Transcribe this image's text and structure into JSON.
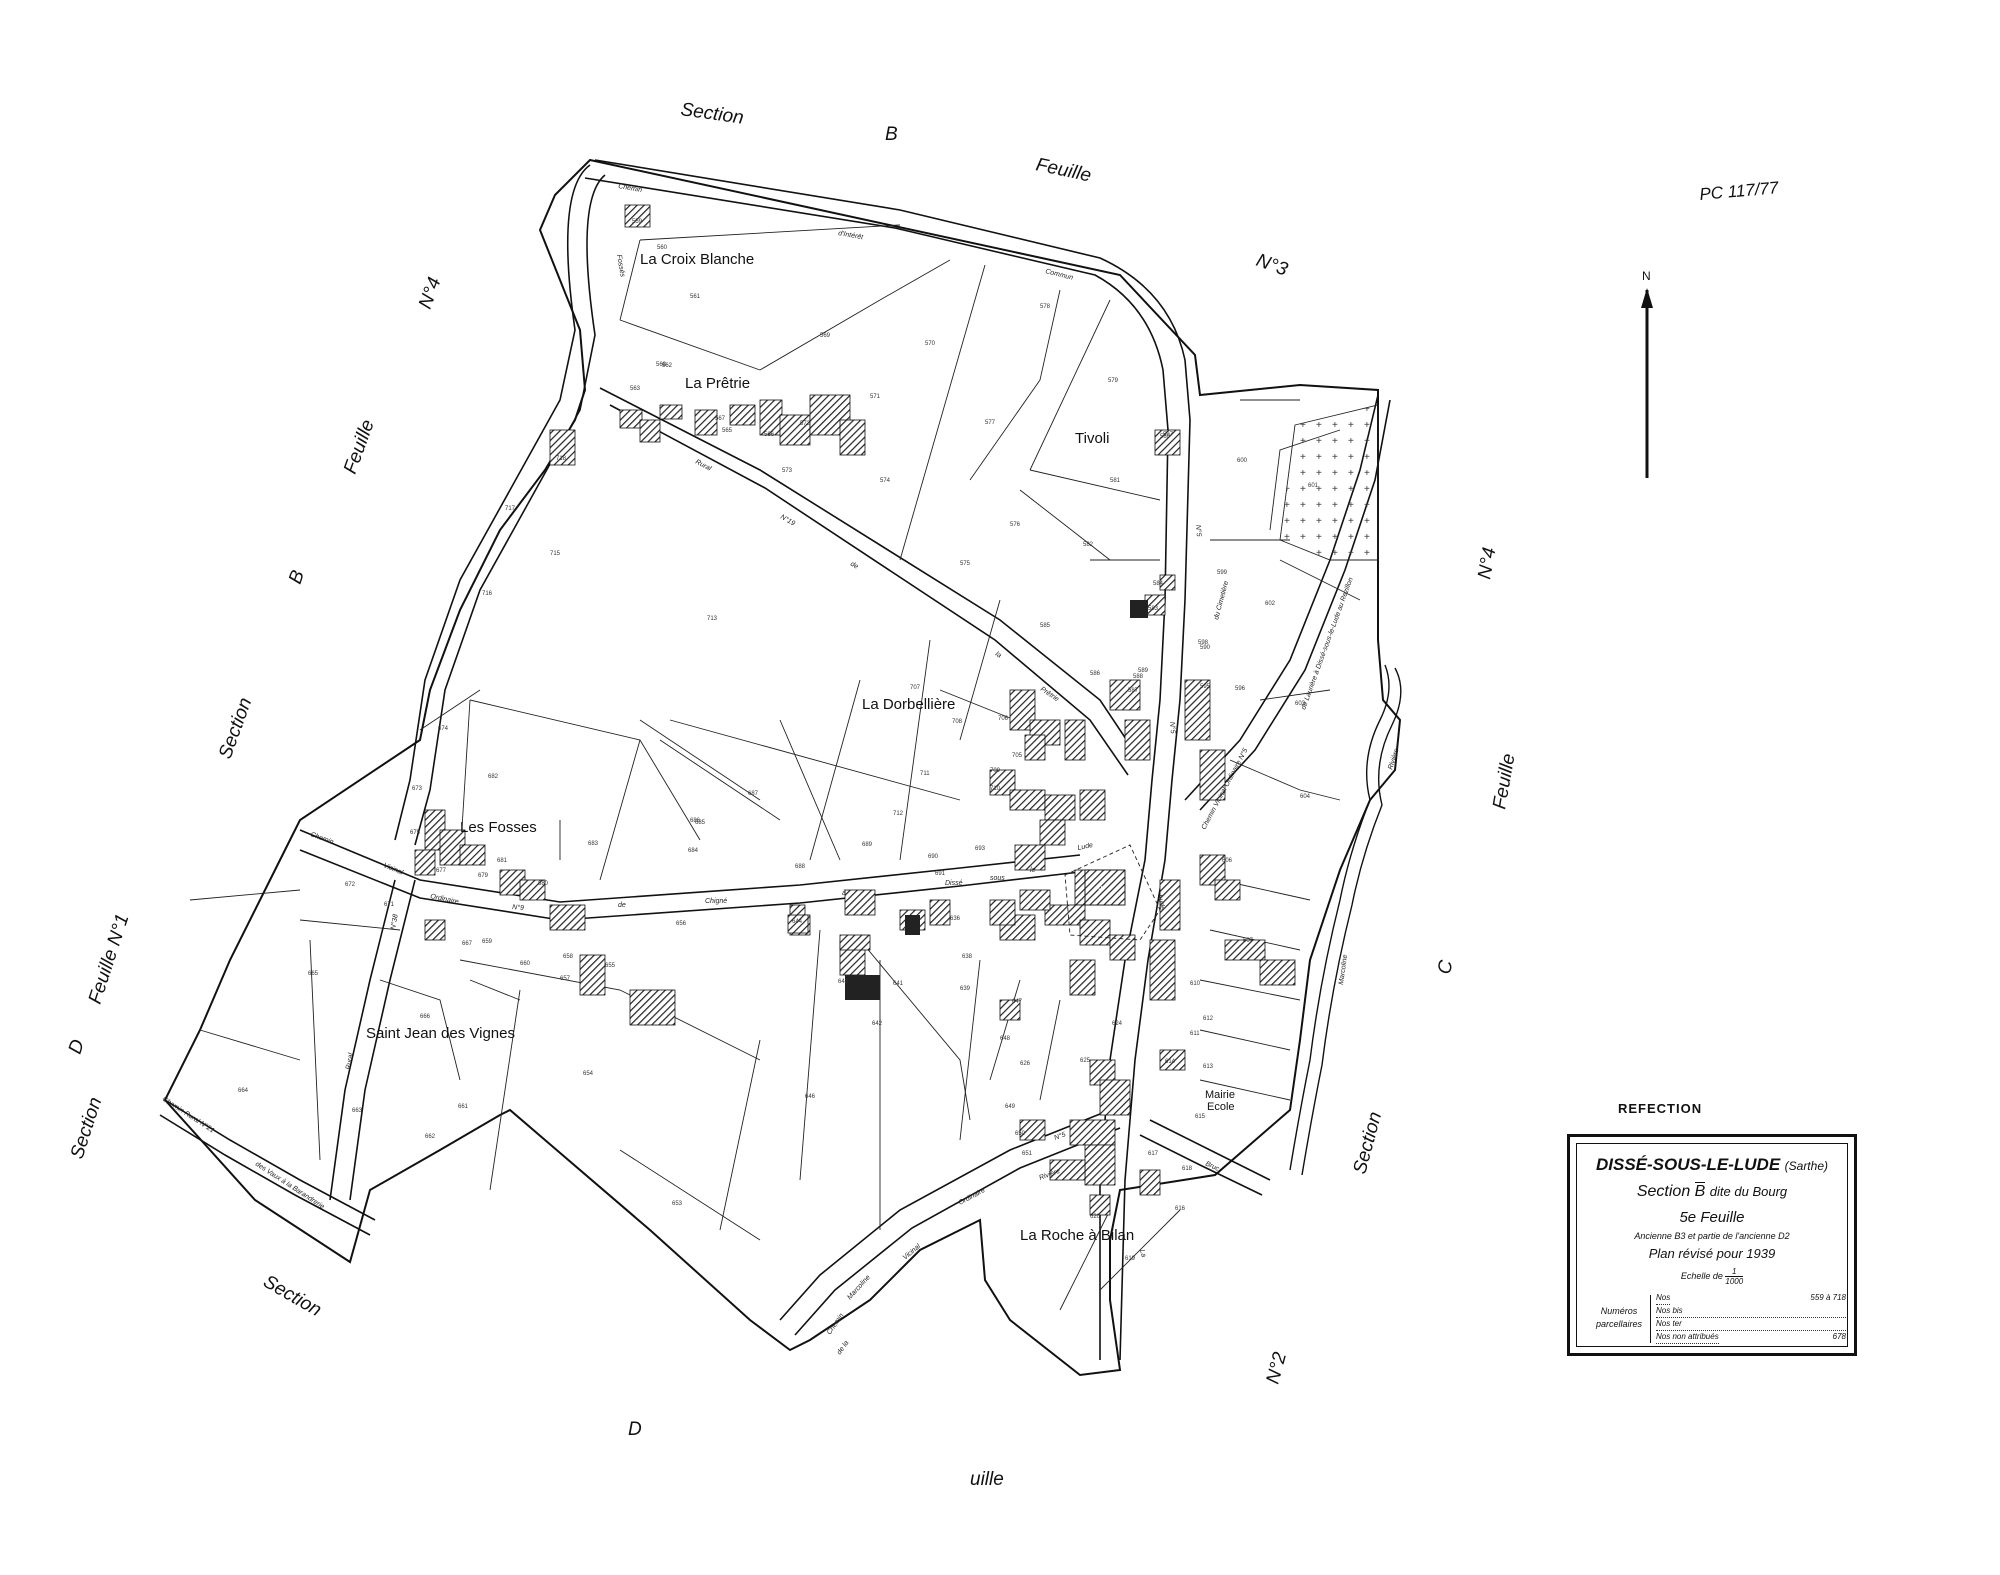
{
  "margin_labels": {
    "top": [
      "Section",
      "B",
      "Feuille",
      "N°3"
    ],
    "left": [
      "N°4",
      "Feuille",
      "B",
      "Section",
      "Feuille N°1",
      "D",
      "Section"
    ],
    "right": [
      "N°4",
      "Feuille",
      "C",
      "Section"
    ],
    "bottom": [
      "Section",
      "D",
      "uille",
      "N°2"
    ]
  },
  "stamp": {
    "ref": "PC 117/77",
    "refection": "REFECTION"
  },
  "north_arrow": {
    "label": "N"
  },
  "place_names": {
    "croix_blanche": "La Croix Blanche",
    "pretrie": "La Prêtrie",
    "tivoli": "Tivoli",
    "dorbelliere": "La Dorbellière",
    "fosses": "Les Fosses",
    "saint_jean": "Saint Jean des Vignes",
    "roche_bilan": "La Roche à Bilan",
    "mairie": "Mairie",
    "ecole": "Ecole"
  },
  "road_labels": {
    "chemin_top": "Chemin",
    "interet": "d'Intérêt",
    "commun": "Commun",
    "rural_lbl": "Rural",
    "n19": "N°19",
    "de": "de",
    "la": "la",
    "pretrie_road": "Prêtrie",
    "chemin_left": "Chemin",
    "vicinal": "Vicinal",
    "ordinaire": "Ordinaire",
    "n9": "N°9",
    "de2": "de",
    "chigne": "Chigné",
    "a": "à",
    "disse": "Dissé",
    "sous": "sous",
    "le": "le",
    "lude": "Lude",
    "n5": "N°5",
    "n5b": "N°5",
    "n5c": "N°5",
    "cimetiere": "du Cimetière",
    "chemin_vic": "Chemin Vicinal Ordinaire N°5",
    "laurier": "de Laurière à Dissé-sous-le-Lude au Rezillon",
    "riviere": "Rivière",
    "marcoline": "Marcoline",
    "marcoline2": "Marcoline",
    "ordinaire_b": "Ordinaire",
    "vicinal_b": "Vicinal",
    "chemin_b": "Chemin",
    "de_la": "de la",
    "riviere_b": "Rivière",
    "la_b": "La",
    "bruc": "Bruc",
    "chemin_rural": "Chemin Rural N°21",
    "des_vaux": "des Vaux à la Barandrerie",
    "rural_b": "Rural",
    "n38": "N°38",
    "fosses_road": "Fossés",
    "la_route": "Lude"
  },
  "parcels": [
    {
      "n": "559"
    },
    {
      "n": "560"
    },
    {
      "n": "561"
    },
    {
      "n": "562"
    },
    {
      "n": "563"
    },
    {
      "n": "569"
    },
    {
      "n": "570"
    },
    {
      "n": "571"
    },
    {
      "n": "572"
    },
    {
      "n": "573"
    },
    {
      "n": "574"
    },
    {
      "n": "575"
    },
    {
      "n": "576"
    },
    {
      "n": "577"
    },
    {
      "n": "578"
    },
    {
      "n": "579"
    },
    {
      "n": "580"
    },
    {
      "n": "581"
    },
    {
      "n": "582"
    },
    {
      "n": "583"
    },
    {
      "n": "584"
    },
    {
      "n": "585"
    },
    {
      "n": "586"
    },
    {
      "n": "587"
    },
    {
      "n": "588"
    },
    {
      "n": "590"
    },
    {
      "n": "596"
    },
    {
      "n": "599"
    },
    {
      "n": "600"
    },
    {
      "n": "601"
    },
    {
      "n": "602"
    },
    {
      "n": "603"
    },
    {
      "n": "604"
    },
    {
      "n": "606"
    },
    {
      "n": "607"
    },
    {
      "n": "610"
    },
    {
      "n": "611"
    },
    {
      "n": "613"
    },
    {
      "n": "615"
    },
    {
      "n": "616"
    },
    {
      "n": "619"
    },
    {
      "n": "620"
    },
    {
      "n": "624"
    },
    {
      "n": "625"
    },
    {
      "n": "626"
    },
    {
      "n": "636"
    },
    {
      "n": "638"
    },
    {
      "n": "639"
    },
    {
      "n": "641"
    },
    {
      "n": "642"
    },
    {
      "n": "643"
    },
    {
      "n": "644"
    },
    {
      "n": "646"
    },
    {
      "n": "647"
    },
    {
      "n": "648"
    },
    {
      "n": "649"
    },
    {
      "n": "650"
    },
    {
      "n": "651"
    },
    {
      "n": "653"
    },
    {
      "n": "654"
    },
    {
      "n": "655"
    },
    {
      "n": "656"
    },
    {
      "n": "657"
    },
    {
      "n": "658"
    },
    {
      "n": "659"
    },
    {
      "n": "660"
    },
    {
      "n": "661"
    },
    {
      "n": "662"
    },
    {
      "n": "663"
    },
    {
      "n": "664"
    },
    {
      "n": "665"
    },
    {
      "n": "666"
    },
    {
      "n": "667"
    },
    {
      "n": "671"
    },
    {
      "n": "672"
    },
    {
      "n": "673"
    },
    {
      "n": "674"
    },
    {
      "n": "675"
    },
    {
      "n": "677"
    },
    {
      "n": "679"
    },
    {
      "n": "680"
    },
    {
      "n": "681"
    },
    {
      "n": "682"
    },
    {
      "n": "683"
    },
    {
      "n": "684"
    },
    {
      "n": "685"
    },
    {
      "n": "686"
    },
    {
      "n": "687"
    },
    {
      "n": "688"
    },
    {
      "n": "689"
    },
    {
      "n": "690"
    },
    {
      "n": "691"
    },
    {
      "n": "693"
    },
    {
      "n": "705"
    },
    {
      "n": "706"
    },
    {
      "n": "707"
    },
    {
      "n": "708"
    },
    {
      "n": "709"
    },
    {
      "n": "710"
    },
    {
      "n": "711"
    },
    {
      "n": "712"
    },
    {
      "n": "713"
    },
    {
      "n": "715"
    },
    {
      "n": "716"
    },
    {
      "n": "717"
    },
    {
      "n": "718"
    },
    {
      "n": "565"
    },
    {
      "n": "566"
    },
    {
      "n": "567"
    },
    {
      "n": "568"
    },
    {
      "n": "589"
    },
    {
      "n": "595"
    },
    {
      "n": "597"
    },
    {
      "n": "598"
    },
    {
      "n": "612"
    },
    {
      "n": "614"
    },
    {
      "n": "617"
    },
    {
      "n": "618"
    }
  ],
  "cartouche": {
    "commune": "DISSÉ-SOUS-LE-LUDE",
    "dept": "(Sarthe)",
    "section_prefix": "Section",
    "section_letter": "B",
    "section_name": "dite du Bourg",
    "feuille": "5e Feuille",
    "ancienne": "Ancienne B3 et partie de l'ancienne D2",
    "plan": "Plan révisé pour 1939",
    "echelle_label": "Echelle de",
    "echelle_num": "1",
    "echelle_den": "1000",
    "numeros_label_1": "Numéros",
    "numeros_label_2": "parcellaires",
    "rows": [
      {
        "k": "Nos",
        "v": "559 à 718"
      },
      {
        "k": "Nos bis",
        "v": ""
      },
      {
        "k": "Nos ter",
        "v": ""
      },
      {
        "k": "Nos non attribués",
        "v": "678"
      }
    ]
  }
}
